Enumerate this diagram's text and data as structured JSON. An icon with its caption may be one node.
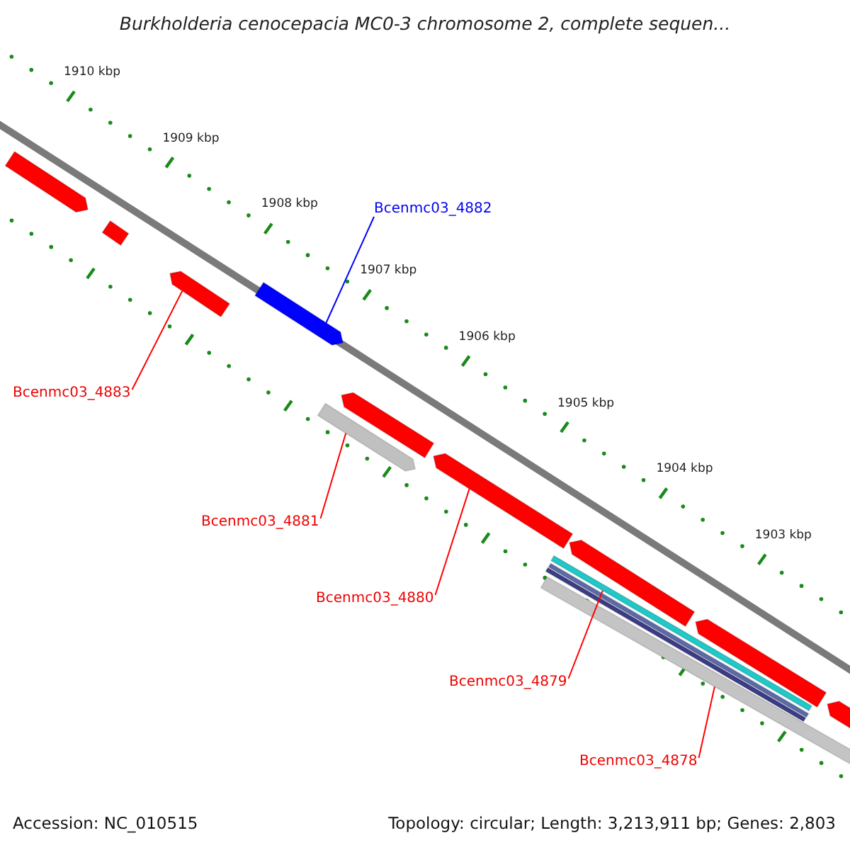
{
  "diagram": {
    "title": "Burkholderia cenocepacia MC0-3 chromosome 2, complete sequen...",
    "nodes": [
      {
        "text": [
          "Bcenmc03_4882"
        ]
      },
      {
        "text": [],
        "shape": "bar"
      },
      {
        "text": [
          "Bcenmc03_4883"
        ]
      },
      {
        "text": [],
        "shape": "bar"
      },
      {
        "text": [
          "Bcenmc03_4881"
        ]
      },
      {
        "text": [],
        "shape": "bar"
      },
      {
        "text": [
          "Bcenmc03_4880"
        ]
      },
      {
        "text": [],
        "shape": "bar"
      },
      {
        "text": [
          "Bcenmc03_4879"
        ]
      },
      {
        "text": [],
        "shape": "bar"
      },
      {
        "text": [
          "Bcenmc03_4878"
        ]
      },
      {
        "text": [],
        "shape": "bar"
      },
      {
        "text": [],
        "shape": "bar"
      },
      {
        "text": [],
        "shape": "bar"
      },
      {
        "text": [],
        "shape": "bar"
      },
      {
        "text": [],
        "shape": "bar"
      },
      {
        "text": [],
        "shape": "bar"
      },
      {
        "text": [],
        "shape": "bar"
      },
      {
        "text": [],
        "shape": "bar"
      },
      {
        "text": [],
        "shape": "bar"
      }
    ],
    "edges": [
      {
        "from": 0,
        "to": 1,
        "arrow": "none",
        "color": "#0000ff"
      },
      {
        "from": 2,
        "to": 3,
        "arrow": "none"
      },
      {
        "from": 4,
        "to": 5,
        "arrow": "none"
      },
      {
        "from": 6,
        "to": 7,
        "arrow": "none"
      },
      {
        "from": 8,
        "to": 9,
        "arrow": "none"
      },
      {
        "from": 10,
        "to": 11,
        "arrow": "none"
      }
    ],
    "labels": [
      "1910 kbp",
      "1909 kbp",
      "1908 kbp",
      "1907 kbp",
      "1906 kbp",
      "1905 kbp",
      "1904 kbp",
      "1903 kbp",
      "Accession: NC_010515",
      "Topology: circular; Length: 3,213,911 bp; Genes: 2,803"
    ]
  }
}
